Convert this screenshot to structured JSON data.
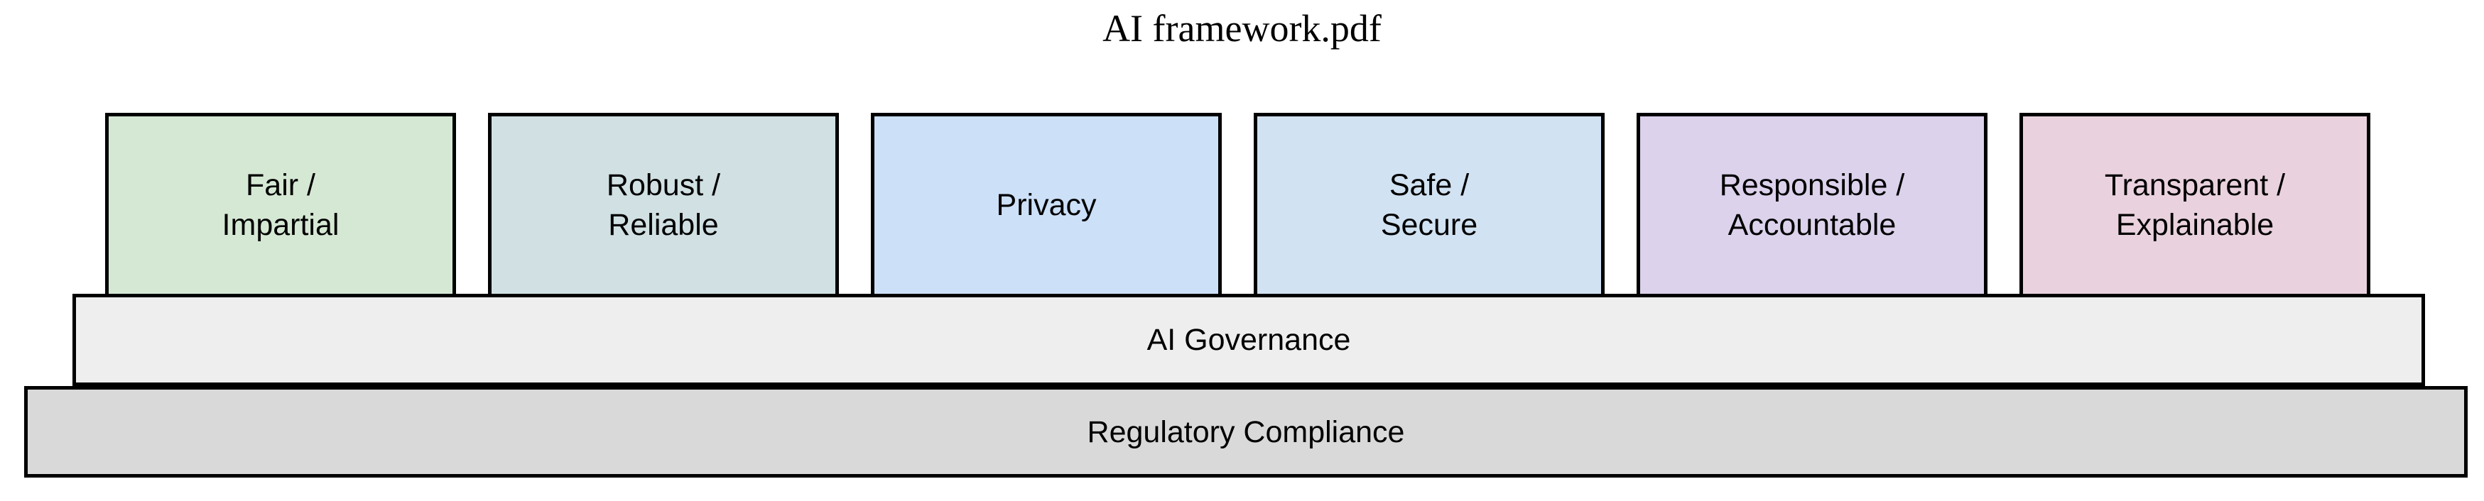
{
  "document": {
    "title": "AI framework.pdf"
  },
  "diagram": {
    "type": "layered-framework",
    "pillars": [
      {
        "label": "Fair /\nImpartial",
        "fill": "#d5e8d4",
        "stroke": "#000000"
      },
      {
        "label": "Robust /\nReliable",
        "fill": "#d0e0e3",
        "stroke": "#000000"
      },
      {
        "label": "Privacy",
        "fill": "#cce0f8",
        "stroke": "#000000"
      },
      {
        "label": "Safe /\nSecure",
        "fill": "#d1e2f2",
        "stroke": "#000000"
      },
      {
        "label": "Responsible /\nAccountable",
        "fill": "#dcd2ec",
        "stroke": "#000000"
      },
      {
        "label": "Transparent /\nExplainable",
        "fill": "#e9d2de",
        "stroke": "#000000"
      }
    ],
    "foundations": [
      {
        "label": "AI Governance",
        "fill": "#eeeeee",
        "stroke": "#000000"
      },
      {
        "label": "Regulatory Compliance",
        "fill": "#d9d9d9",
        "stroke": "#000000"
      }
    ]
  }
}
